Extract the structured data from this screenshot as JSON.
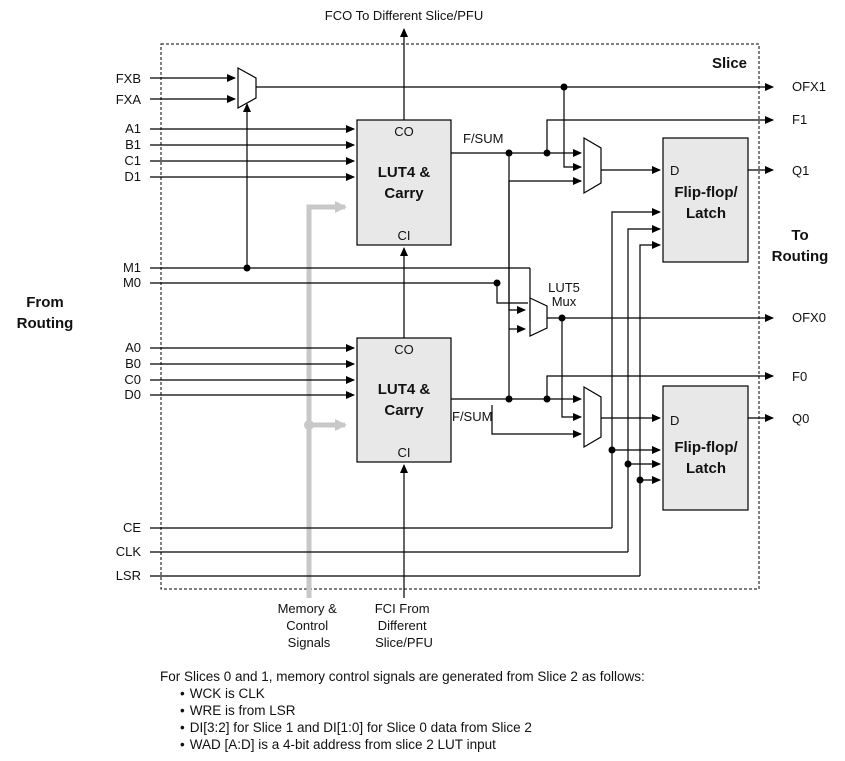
{
  "slice_label": "Slice",
  "top_label": "FCO To Different Slice/PFU",
  "left_label": [
    "From",
    "Routing"
  ],
  "right_label": [
    "To",
    "Routing"
  ],
  "inputs": {
    "fxb": "FXB",
    "fxa": "FXA",
    "a1": "A1",
    "b1": "B1",
    "c1": "C1",
    "d1": "D1",
    "m1": "M1",
    "m0": "M0",
    "a0": "A0",
    "b0": "B0",
    "c0": "C0",
    "d0": "D0",
    "ce": "CE",
    "clk": "CLK",
    "lsr": "LSR"
  },
  "outputs": {
    "ofx1": "OFX1",
    "f1": "F1",
    "q1": "Q1",
    "ofx0": "OFX0",
    "f0": "F0",
    "q0": "Q0"
  },
  "lut_top": {
    "co": "CO",
    "name": [
      "LUT4 &",
      "Carry"
    ],
    "ci": "CI",
    "out": "F/SUM"
  },
  "lut_bottom": {
    "co": "CO",
    "name": [
      "LUT4 &",
      "Carry"
    ],
    "ci": "CI",
    "out": "F/SUM"
  },
  "ff_top": {
    "d": "D",
    "name": [
      "Flip-flop/",
      "Latch"
    ]
  },
  "ff_bottom": {
    "d": "D",
    "name": [
      "Flip-flop/",
      "Latch"
    ]
  },
  "lut5_mux": [
    "LUT5",
    "Mux"
  ],
  "mem_ctrl": [
    "Memory &",
    "Control",
    "Signals"
  ],
  "fci": [
    "FCI From",
    "Different",
    "Slice/PFU"
  ],
  "notes": {
    "intro": "For Slices 0 and 1, memory control signals are generated from Slice 2 as follows:",
    "items": [
      "WCK is CLK",
      "WRE is from LSR",
      "DI[3:2] for Slice 1 and DI[1:0] for Slice 0 data from Slice 2",
      "WAD [A:D] is a 4-bit address from slice 2 LUT input"
    ]
  }
}
